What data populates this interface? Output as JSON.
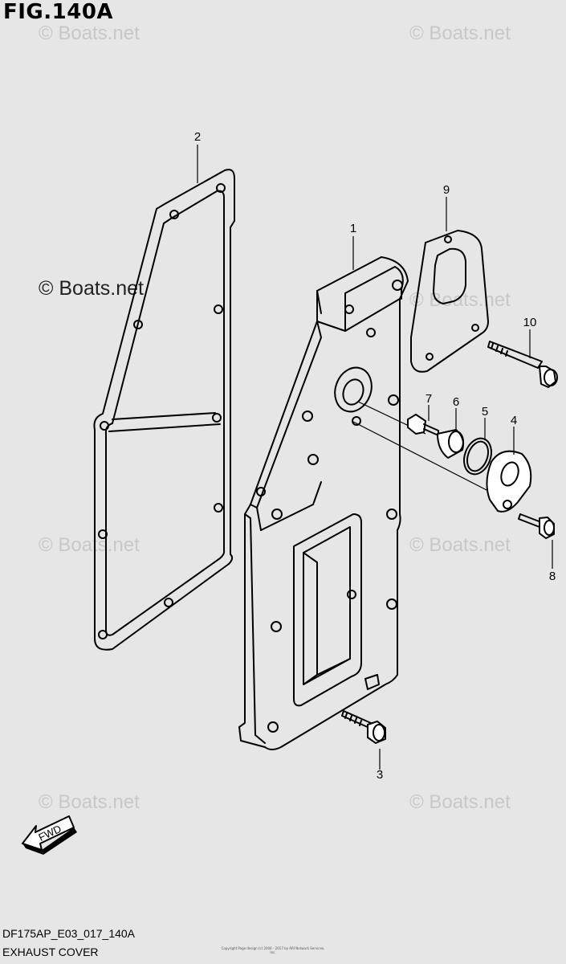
{
  "figure_title": "FIG.140A",
  "watermark": "© Boats.net",
  "callouts": [
    {
      "id": "1",
      "label": "1"
    },
    {
      "id": "2",
      "label": "2"
    },
    {
      "id": "3",
      "label": "3"
    },
    {
      "id": "4",
      "label": "4"
    },
    {
      "id": "5",
      "label": "5"
    },
    {
      "id": "6",
      "label": "6"
    },
    {
      "id": "7",
      "label": "7"
    },
    {
      "id": "8",
      "label": "8"
    },
    {
      "id": "9",
      "label": "9"
    },
    {
      "id": "10",
      "label": "10"
    }
  ],
  "fwd_label": "FWD",
  "footer": {
    "code": "DF175AP_E03_017_140A",
    "name": "EXHAUST COVER",
    "copyright": "Copyright Page design (c) 2004 - 2017 by ARI Network Services, Inc."
  }
}
